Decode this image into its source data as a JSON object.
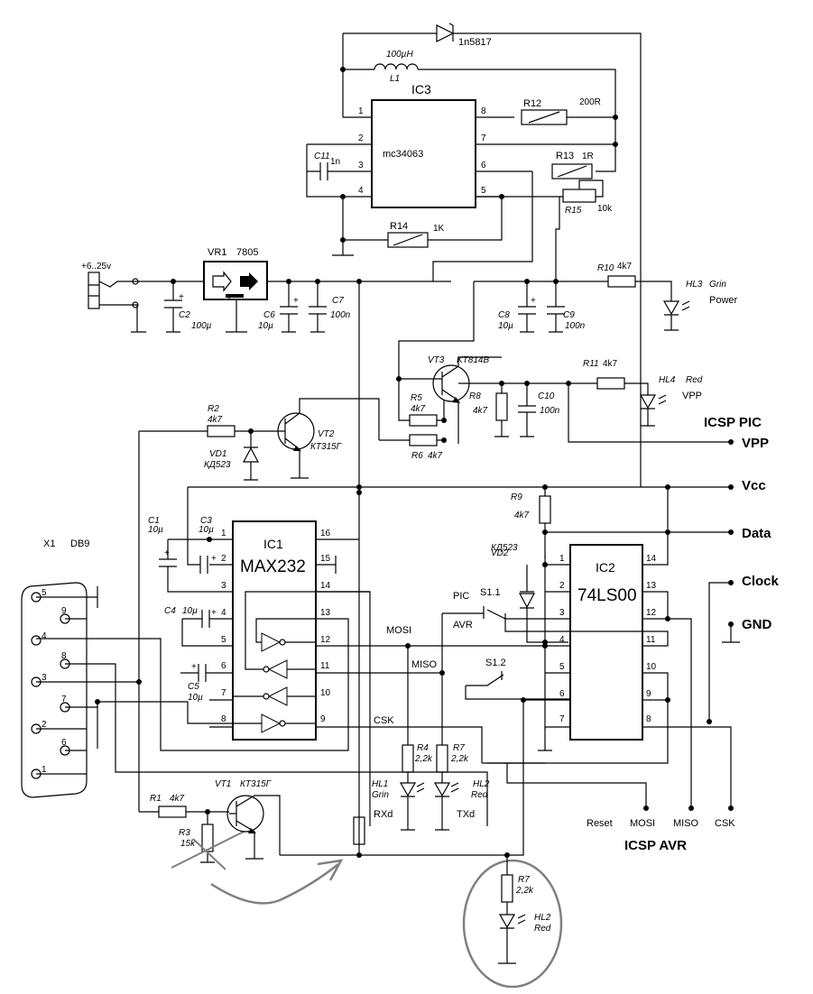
{
  "ic3": {
    "ref": "IC3",
    "part": "mc34063",
    "pins": [
      "1",
      "2",
      "3",
      "4",
      "8",
      "7",
      "6",
      "5"
    ]
  },
  "ic1": {
    "ref": "IC1",
    "part": "MAX232",
    "pins_left": [
      "1",
      "2",
      "3",
      "4",
      "5",
      "6",
      "7",
      "8"
    ],
    "pins_right": [
      "16",
      "15",
      "14",
      "13",
      "12",
      "11",
      "10",
      "9"
    ]
  },
  "ic2": {
    "ref": "IC2",
    "part": "74LS00",
    "pins_left": [
      "1",
      "2",
      "3",
      "4",
      "5",
      "6",
      "7"
    ],
    "pins_right": [
      "14",
      "13",
      "12",
      "11",
      "10",
      "9",
      "8"
    ]
  },
  "vr1": {
    "ref": "VR1",
    "part": "7805"
  },
  "diode_top": {
    "part": "1n5817"
  },
  "inductor": {
    "value": "100µH",
    "ref": "L1"
  },
  "c11": {
    "ref": "C11",
    "value": "1n"
  },
  "r12": {
    "ref": "R12",
    "value": "200R"
  },
  "r13": {
    "ref": "R13",
    "value": "1R"
  },
  "r15": {
    "ref": "R15",
    "value": "10k"
  },
  "r14": {
    "ref": "R14",
    "value": "1K"
  },
  "input": {
    "label": "+6..25v"
  },
  "c2": {
    "ref": "C2",
    "value": "100µ"
  },
  "c6": {
    "ref": "C6",
    "value": "10µ"
  },
  "c7": {
    "ref": "C7",
    "value": "100n"
  },
  "c8": {
    "ref": "C8",
    "value": "10µ"
  },
  "c9": {
    "ref": "C9",
    "value": "100n"
  },
  "r10": {
    "ref": "R10",
    "value": "4k7"
  },
  "hl3": {
    "ref": "HL3",
    "color": "Grin",
    "name": "Power"
  },
  "vt3": {
    "ref": "VT3",
    "part": "KT814B"
  },
  "r5": {
    "ref": "R5",
    "value": "4k7"
  },
  "r6": {
    "ref": "R6",
    "value": "4k7"
  },
  "r8": {
    "ref": "R8",
    "value": "4k7"
  },
  "c10": {
    "ref": "C10",
    "value": "100n"
  },
  "r11": {
    "ref": "R11",
    "value": "4k7"
  },
  "hl4": {
    "ref": "HL4",
    "color": "Red",
    "name": "VPP"
  },
  "icsp_pic": {
    "title": "ICSP PIC",
    "vpp": "VPP",
    "vcc": "Vcc",
    "data": "Data",
    "clock": "Clock",
    "gnd": "GND"
  },
  "r2": {
    "ref": "R2",
    "value": "4k7"
  },
  "vd1": {
    "ref": "VD1",
    "part": "КД523"
  },
  "vt2": {
    "ref": "VT2",
    "part": "КТ315Г"
  },
  "r9": {
    "ref": "R9",
    "value": "4k7"
  },
  "vd2": {
    "ref": "VD2",
    "part": "КД523"
  },
  "c1": {
    "ref": "C1",
    "value": "10µ"
  },
  "c3": {
    "ref": "C3",
    "value": "10µ"
  },
  "c4": {
    "ref": "C4",
    "value": "10µ"
  },
  "c5": {
    "ref": "C5",
    "value": "10µ"
  },
  "x1": {
    "ref": "X1",
    "part": "DB9",
    "pins": [
      "5",
      "9",
      "4",
      "8",
      "3",
      "7",
      "2",
      "6",
      "1"
    ]
  },
  "switch": {
    "s11": "S1.1",
    "s12": "S1.2",
    "pic": "PIC",
    "avr": "AVR"
  },
  "signals": {
    "mosi": "MOSI",
    "miso": "MISO",
    "csk": "CSK"
  },
  "r4": {
    "ref": "R4",
    "value": "2,2k"
  },
  "r7": {
    "ref": "R7",
    "value": "2,2k"
  },
  "hl1": {
    "ref": "HL1",
    "color": "Grin",
    "name": "RXd"
  },
  "hl2": {
    "ref": "HL2",
    "color": "Red",
    "name": "TXd"
  },
  "r1": {
    "ref": "R1",
    "value": "4k7"
  },
  "r3": {
    "ref": "R3",
    "value": "15k"
  },
  "vt1": {
    "ref": "VT1",
    "part": "КТ315Г"
  },
  "icsp_avr": {
    "title": "ICSP AVR",
    "reset": "Reset",
    "mosi": "MOSI",
    "miso": "MISO",
    "csk": "CSK"
  },
  "mod_r7": {
    "ref": "R7",
    "value": "2,2k"
  },
  "mod_hl2": {
    "ref": "HL2",
    "color": "Red"
  },
  "colors": {
    "ink": "#000000",
    "annotation": "#808080",
    "paper": "#ffffff"
  }
}
